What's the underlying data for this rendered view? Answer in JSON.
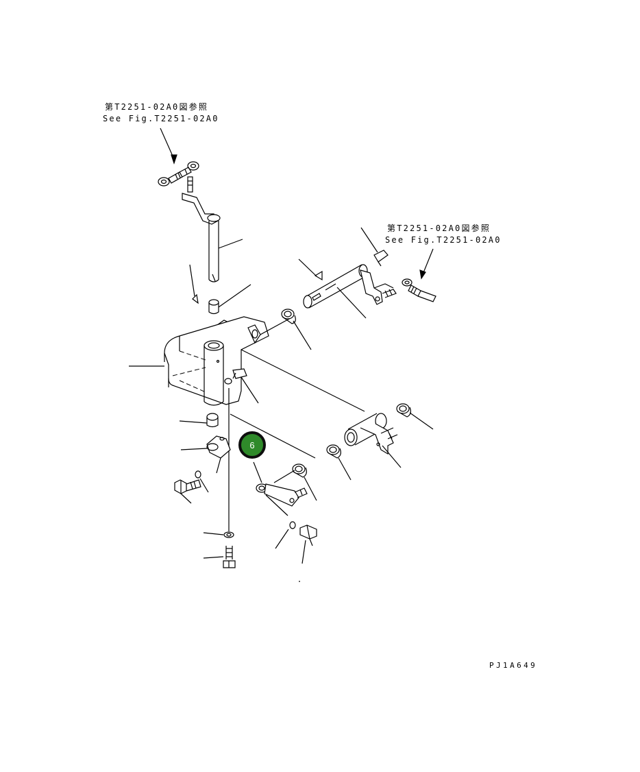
{
  "references": {
    "top_left": {
      "jp": "第T2251-02A0図参照",
      "en": "See Fig.T2251-02A0"
    },
    "right": {
      "jp": "第T2251-02A0図参照",
      "en": "See Fig.T2251-02A0"
    }
  },
  "callout": {
    "label": "6"
  },
  "drawing_id": "PJ1A649"
}
